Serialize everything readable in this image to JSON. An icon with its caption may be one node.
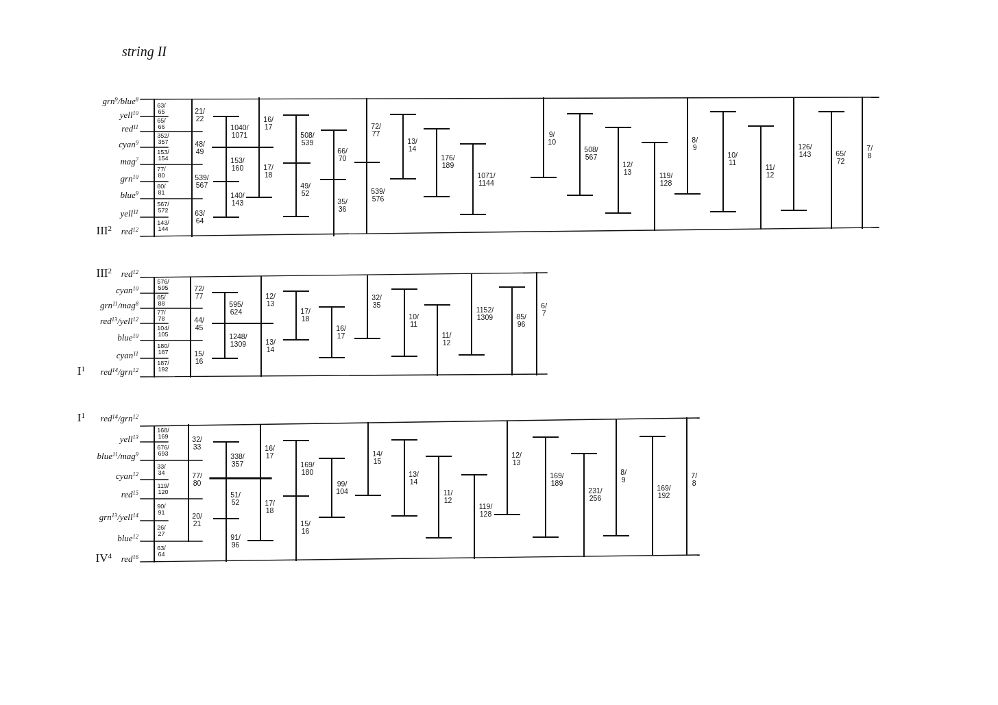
{
  "diagram": {
    "title": "string II",
    "labels": [
      "grn$^{9}$/blue$^{8}$",
      "yell$^{10}$",
      "red$^{11}$",
      "cyan$^{9}$",
      "mag$^{7}$",
      "grn$^{10}$",
      "blue$^{9}$",
      "yell$^{11}$",
      "III$^{2}$",
      "red$^{12}$",
      "63/65",
      "65/66",
      "352/357",
      "153/154",
      "77/80",
      "80/81",
      "567/572",
      "143/144",
      "21/22",
      "48/49",
      "539/567",
      "63/64",
      "1040/1071",
      "153/160",
      "140/143",
      "16/17",
      "17/18",
      "508/539",
      "49/52",
      "66/70",
      "35/36",
      "72/77",
      "539/576",
      "13/14",
      "176/189",
      "1071/1144",
      "9/10",
      "508/567",
      "12/13",
      "119/128",
      "8/9",
      "10/11",
      "11/12",
      "126/143",
      "65/72",
      "7/8",
      "III$^{2}$",
      "red$^{12}$",
      "cyan$^{10}$",
      "grn$^{11}$/mag$^{8}$",
      "red$^{13}$/yell$^{12}$",
      "blue$^{10}$",
      "cyan$^{11}$",
      "I$^{1}$",
      "red$^{14}$/grn$^{12}$",
      "576/595",
      "85/88",
      "77/78",
      "104/105",
      "180/187",
      "187/192",
      "72/77",
      "44/45",
      "15/16",
      "595/624",
      "1248/1309",
      "12/13",
      "13/14",
      "17/18",
      "16/17",
      "32/35",
      "10/11",
      "11/12",
      "1152/1309",
      "85/96",
      "6/7",
      "I$^{1}$",
      "red$^{14}$/grn$^{12}$",
      "yell$^{13}$",
      "blue$^{11}$/mag$^{9}$",
      "cyan$^{12}$",
      "red$^{15}$",
      "grn$^{13}$/yell$^{14}$",
      "blue$^{12}$",
      "IV$^{4}$",
      "red$^{16}$",
      "168/169",
      "676/693",
      "33/34",
      "119/120",
      "90/91",
      "26/27",
      "63/64",
      "32/33",
      "77/80",
      "20/21",
      "338/357",
      "51/52",
      "91/96",
      "16/17",
      "17/18",
      "169/180",
      "15/16",
      "99/104",
      "14/15",
      "13/14",
      "11/12",
      "119/128",
      "12/13",
      "169/189",
      "231/256",
      "8/9",
      "169/192",
      "7/8"
    ]
  }
}
